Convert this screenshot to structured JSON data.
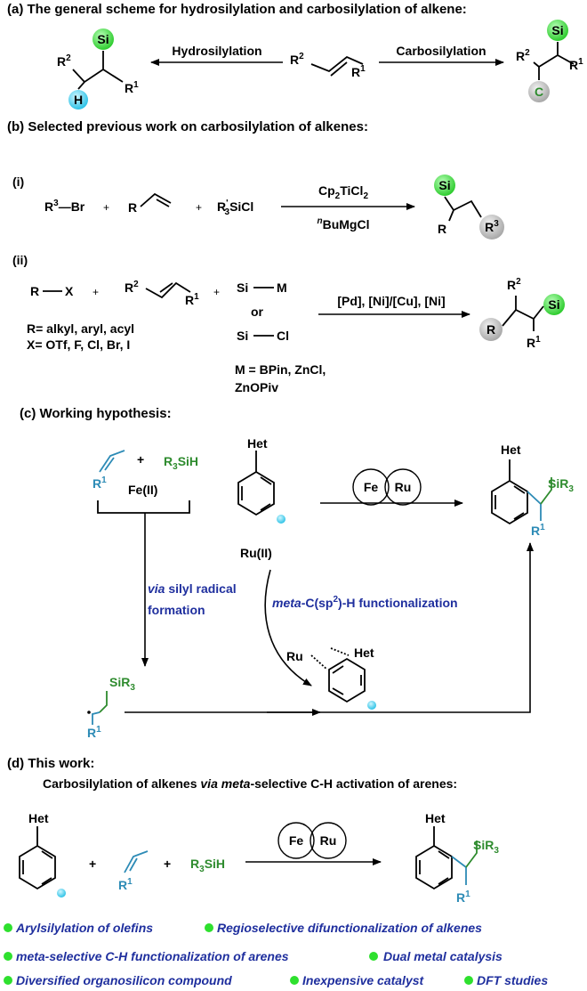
{
  "sections": {
    "a_title": "(a) The general scheme for hydrosilylation and carbosilylation of alkene:",
    "b_title": "(b) Selected previous work on carbosilylation of alkenes:",
    "c_title": "(c) Working hypothesis:",
    "d_title": "(d) This work:",
    "d_subtitle_1": "Carbosilylation of alkenes ",
    "d_subtitle_via": "via",
    "d_subtitle_meta": "meta",
    "d_subtitle_2": "-selective C-H activation of arenes:"
  },
  "part_a": {
    "left_arrow_label": "Hydrosilylation",
    "right_arrow_label": "Carbosilylation",
    "si": "Si",
    "h": "H",
    "c": "C",
    "r": "R",
    "sup1": "1",
    "sup2": "2"
  },
  "part_b": {
    "i_label": "(i)",
    "ii_label": "(ii)",
    "r3br_r": "R",
    "r3br_sup": "3",
    "r3br_rest": "—Br",
    "plus": "+",
    "r_alkene": "R",
    "r3sicl_r": "R",
    "r3sicl_prime": "'",
    "r3sicl_sub": "3",
    "r3sicl_rest": "SiCl",
    "cat1_a": "Cp",
    "cat1_sub2": "2",
    "cat1_b": "TiCl",
    "cat1_sub2b": "2",
    "cat2_sup": "n",
    "cat2_rest": "BuMgCl",
    "si": "Si",
    "r3_r": "R",
    "r3_sup": "3",
    "r": "R",
    "rx_r": "R",
    "rx_x": "X",
    "si_m_si": "Si",
    "si_m_m": "M",
    "or": "or",
    "si_cl_si": "Si",
    "si_cl_cl": "Cl",
    "r_def": "R= alkyl, aryl, acyl",
    "x_def": "X= OTf, F, Cl, Br, I",
    "m_def_1": "M = BPin, ZnCl,",
    "m_def_2": "ZnOPiv",
    "cat_ii": "[Pd], [Ni]/[Cu], [Ni]"
  },
  "part_c": {
    "r1": "R",
    "sup1": "1",
    "r3sih_a": "R",
    "r3sih_sub": "3",
    "r3sih_b": "SiH",
    "fe2": "Fe(II)",
    "het": "Het",
    "fe": "Fe",
    "ru": "Ru",
    "ru2": "Ru(II)",
    "via_silyl_1": "via",
    "via_silyl_2": " silyl radical",
    "via_silyl_3": "formation",
    "meta_func_a": "meta",
    "meta_func_b": "-C(sp",
    "meta_func_sup": "2",
    "meta_func_c": ")-H functionalization",
    "sir3_a": "SiR",
    "sir3_sub": "3"
  },
  "part_d": {
    "het": "Het",
    "plus": "+",
    "r3sih_a": "R",
    "r3sih_sub": "3",
    "r3sih_b": "SiH",
    "fe": "Fe",
    "ru": "Ru",
    "sir3_a": "SiR",
    "sir3_sub": "3",
    "r": "R",
    "sup1": "1",
    "bullets": [
      "Arylsilylation of olefins",
      "Regioselective difunctionalization of alkenes",
      "meta-selective C-H functionalization of arenes",
      "Dual metal catalysis",
      "Diversified organosilicon compound",
      "Inexpensive catalyst",
      "DFT studies"
    ]
  },
  "colors": {
    "green_highlight": "#3bd43b",
    "cyan_highlight": "#3ed1ef",
    "gray_highlight": "#bdbdbd",
    "blue_text": "#2d8bb6",
    "green_text": "#2e8b2e",
    "navy_text": "#1f2f9e",
    "bullet_green": "#2ee02e"
  }
}
